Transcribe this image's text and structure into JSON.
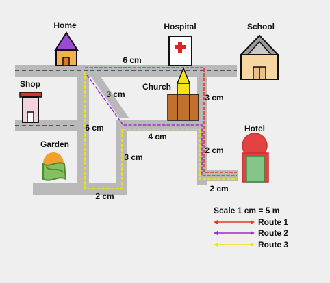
{
  "places": {
    "home": "Home",
    "hospital": "Hospital",
    "school": "School",
    "shop": "Shop",
    "church": "Church",
    "hotel": "Hotel",
    "garden": "Garden"
  },
  "distances": {
    "home_hospital": "6 cm",
    "home_diag": "3 cm",
    "hospital_down": "3 cm",
    "left_vertical": "6 cm",
    "middle_horizontal": "4 cm",
    "middle_vertical": "3 cm",
    "right_vertical": "2 cm",
    "bottom_left": "2 cm",
    "bottom_right": "2 cm"
  },
  "legend": {
    "scale": "Scale 1 cm = 5 m",
    "routes": [
      {
        "label": "Route 1",
        "color": "#e23a2a"
      },
      {
        "label": "Route 2",
        "color": "#9a2fd0"
      },
      {
        "label": "Route 3",
        "color": "#f0e20e"
      }
    ]
  }
}
